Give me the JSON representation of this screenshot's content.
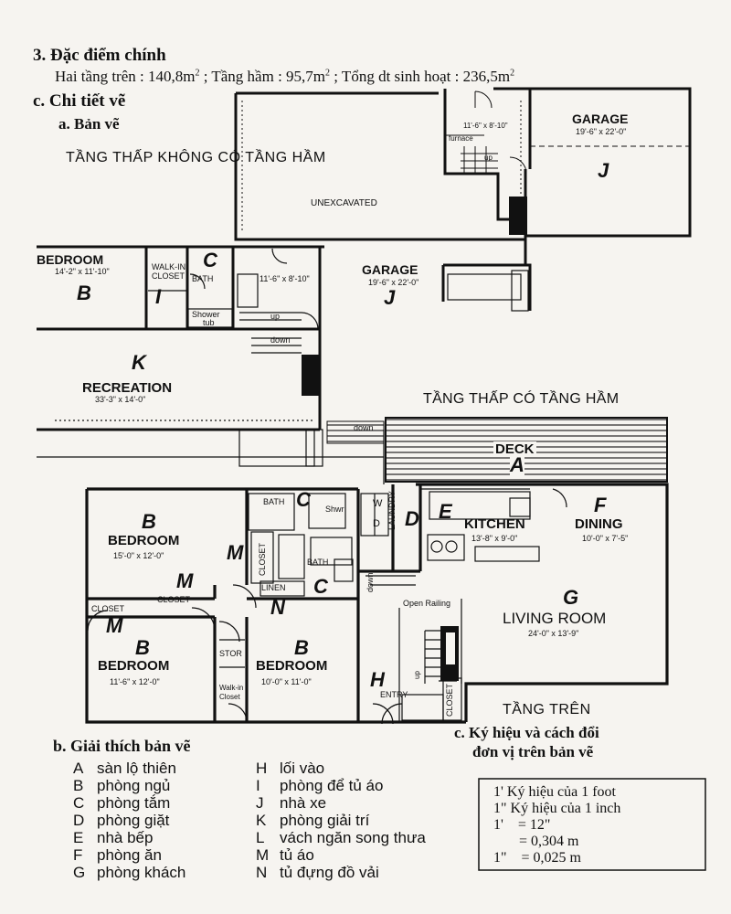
{
  "header": {
    "section_b": "3. Đặc điểm chính",
    "areas_prefix": "Hai tầng trên : 140,8m",
    "areas_mid1": " ; Tầng hầm : 95,7m",
    "areas_mid2": " ; Tổng dt sinh hoạt : 236,5m",
    "sup": "2",
    "section_c": "c. Chi tiết vẽ",
    "sub_a": "a. Bản vẽ"
  },
  "plan_titles": {
    "lower_no_basement": "TẦNG THẤP KHÔNG CÓ TẦNG HẦM",
    "lower_with_basement": "TẦNG THẤP CÓ TẦNG HẦM",
    "upper": "TẦNG TRÊN"
  },
  "top_plan": {
    "garage": "GARAGE",
    "garage_dim": "19'-6\" x 22'-0\"",
    "utility_dim": "11'-6\" x 8'-10\"",
    "furnace": "furnace",
    "up": "up",
    "unexcavated": "UNEXCAVATED",
    "letter_j": "J"
  },
  "middle_plan": {
    "bedroom": "BEDROOM",
    "bedroom_dim": "14'-2\" x 11'-10\"",
    "walk_in": "WALK-IN",
    "closet": "CLOSET",
    "bath": "BATH",
    "shower": "Shower",
    "tub": "tub",
    "room_dim": "11'-6\" x 8'-10\"",
    "garage": "GARAGE",
    "garage_dim": "19'-6\" x 22'-0\"",
    "up": "up",
    "down": "down",
    "recreation": "RECREATION",
    "recreation_dim": "33'-3\" x 14'-0\"",
    "letters": {
      "b": "B",
      "i": "I",
      "c": "C",
      "j": "J",
      "k": "K"
    }
  },
  "upper_plan": {
    "deck": "DECK",
    "down": "down",
    "bath": "BATH",
    "shwr": "Shwr",
    "w": "W",
    "d": "D",
    "laundry": "LAUNDRY",
    "kitchen": "KITCHEN",
    "kitchen_dim": "13'-8\" x 9'-0\"",
    "dining": "DINING",
    "dining_dim": "10'-0\" x 7'-5\"",
    "living": "LIVING ROOM",
    "living_dim": "24'-0\" x 13'-9\"",
    "open_railing": "Open Railing",
    "bedroom1": "BEDROOM",
    "bedroom1_dim": "15'-0\" x 12'-0\"",
    "bedroom2": "BEDROOM",
    "bedroom2_dim": "11'-6\" x 12'-0\"",
    "bedroom3": "BEDROOM",
    "bedroom3_dim": "10'-0\" x 11'-0\"",
    "closet": "CLOSET",
    "linen": "LINEN",
    "stor": "STOR",
    "walk_in_closet_1": "Walk-in",
    "walk_in_closet_2": "Closet",
    "entry": "ENTRY",
    "up": "up",
    "letters": {
      "a": "A",
      "b": "B",
      "c": "C",
      "d": "D",
      "e": "E",
      "f": "F",
      "g": "G",
      "h": "H",
      "m": "M",
      "n": "N"
    }
  },
  "legend": {
    "title": "b. Giải thích bản vẽ",
    "left": [
      {
        "k": "A",
        "v": "sàn lộ thiên"
      },
      {
        "k": "B",
        "v": "phòng ngủ"
      },
      {
        "k": "C",
        "v": "phòng tắm"
      },
      {
        "k": "D",
        "v": "phòng giặt"
      },
      {
        "k": "E",
        "v": "nhà bếp"
      },
      {
        "k": "F",
        "v": "phòng ăn"
      },
      {
        "k": "G",
        "v": "phòng khách"
      }
    ],
    "right": [
      {
        "k": "H",
        "v": "lối vào"
      },
      {
        "k": "I",
        "v": "phòng để tủ áo"
      },
      {
        "k": "J",
        "v": "nhà xe"
      },
      {
        "k": "K",
        "v": "phòng giải trí"
      },
      {
        "k": "L",
        "v": "vách ngăn song thưa"
      },
      {
        "k": "M",
        "v": "tủ áo"
      },
      {
        "k": "N",
        "v": "tủ đựng đồ vải"
      }
    ]
  },
  "conversion": {
    "title_1": "c. Ký hiệu và cách đổi",
    "title_2": "đơn vị trên bản vẽ",
    "rows": [
      "1' Ký hiệu của 1 foot",
      "1\" Ký hiệu của 1 inch",
      "1'    = 12\"",
      "       = 0,304 m",
      "1\"    = 0,025 m"
    ]
  }
}
